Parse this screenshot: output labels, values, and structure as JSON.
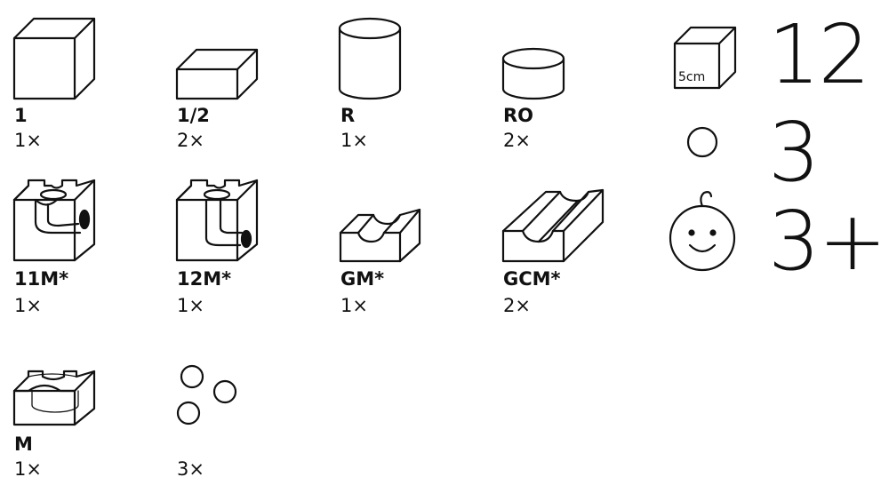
{
  "pieces": [
    {
      "name": "1",
      "qty": "1×",
      "icon": "cube"
    },
    {
      "name": "1/2",
      "qty": "2×",
      "icon": "half-cube"
    },
    {
      "name": "R",
      "qty": "1×",
      "icon": "tall-cylinder"
    },
    {
      "name": "RO",
      "qty": "2×",
      "icon": "short-cylinder"
    },
    {
      "name": "11M*",
      "qty": "1×",
      "icon": "cube-with-tunnel"
    },
    {
      "name": "12M*",
      "qty": "1×",
      "icon": "cube-with-tunnel"
    },
    {
      "name": "GM*",
      "qty": "1×",
      "icon": "groove-block"
    },
    {
      "name": "GCM*",
      "qty": "2×",
      "icon": "long-groove-block"
    },
    {
      "name": "M",
      "qty": "1×",
      "icon": "cube-with-bowl"
    },
    {
      "name": "",
      "qty": "3×",
      "icon": "balls"
    }
  ],
  "info": {
    "cube_size_label": "5cm",
    "piece_count": "12",
    "ball_count": "3",
    "age": "3+"
  }
}
